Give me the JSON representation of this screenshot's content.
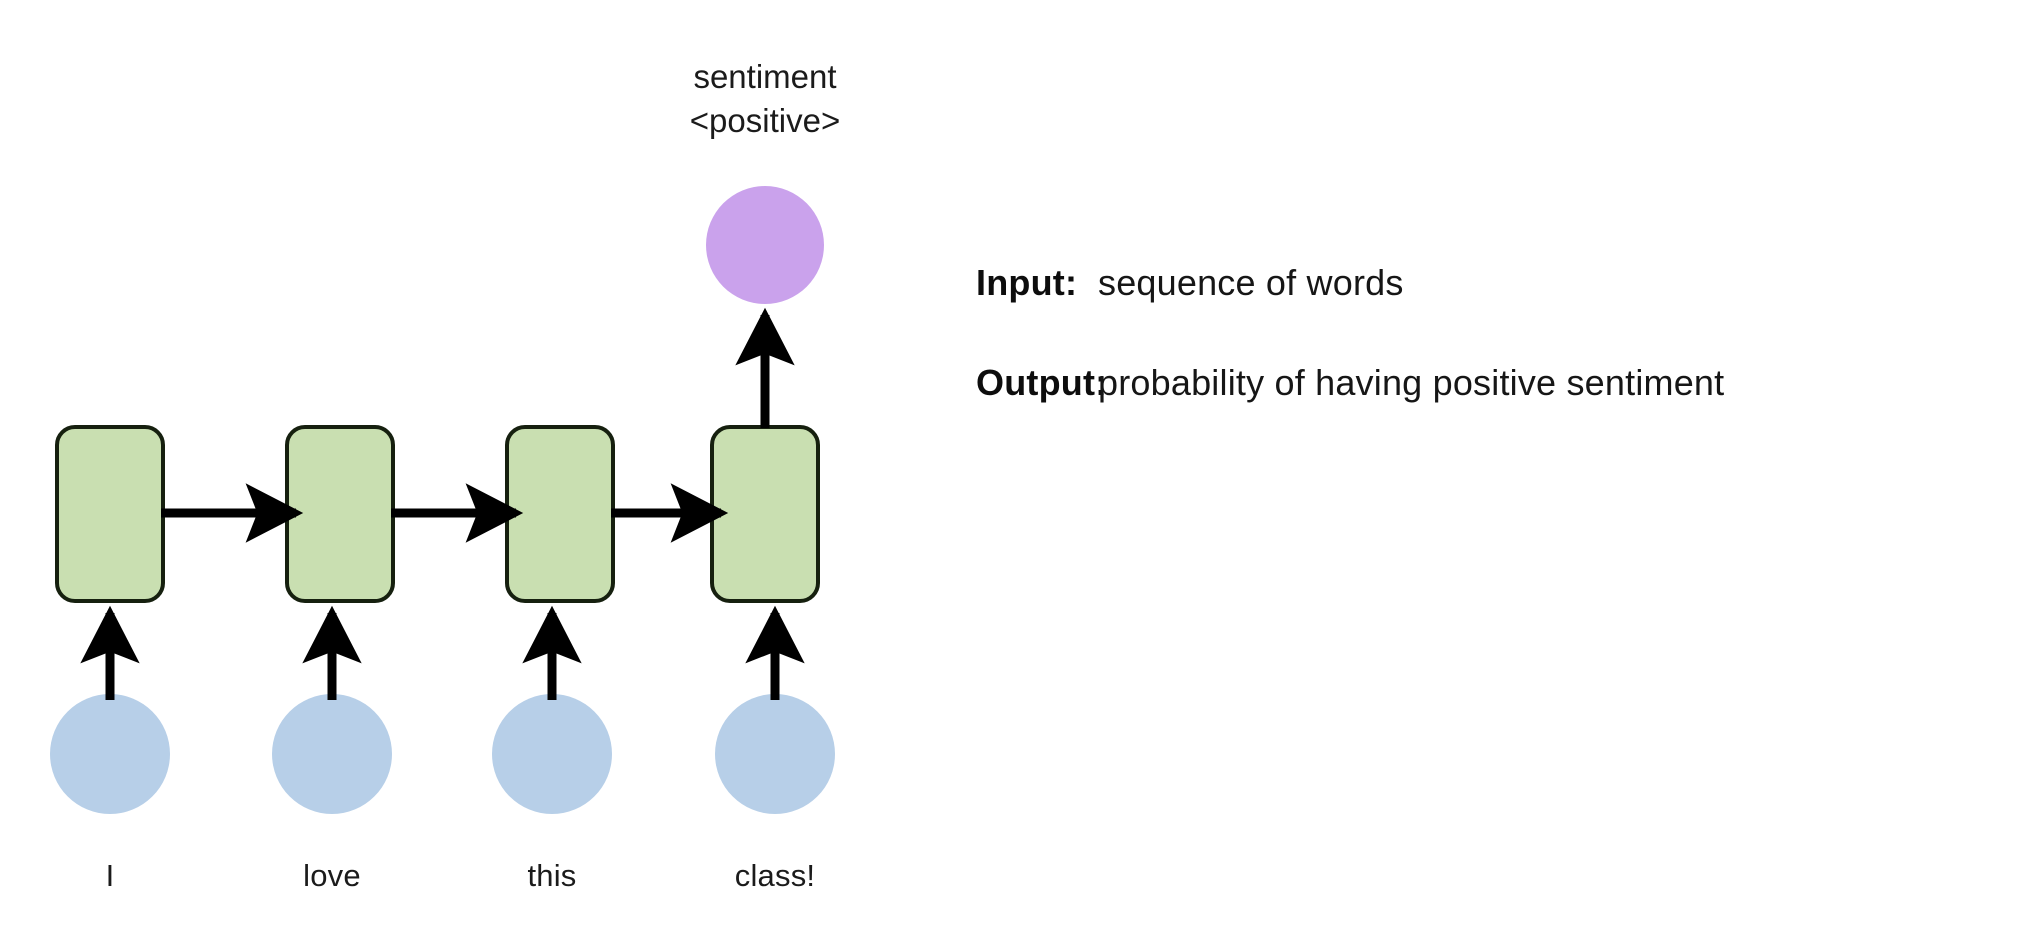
{
  "diagram": {
    "title_absent": true,
    "type": "rnn-many-to-one-sentiment",
    "output_label": {
      "line1": "sentiment",
      "line2": "<positive>"
    },
    "colors": {
      "rnn_cell_fill": "#c9dfb1",
      "rnn_cell_stroke": "#16200f",
      "input_node_fill": "#b7cfe8",
      "output_node_fill": "#caa2ec",
      "arrow": "#000000",
      "background": "#ffffff"
    },
    "timesteps": [
      {
        "word": "I"
      },
      {
        "word": "love"
      },
      {
        "word": "this"
      },
      {
        "word": "class!"
      }
    ]
  },
  "spec": {
    "rows": [
      {
        "key": "Input:",
        "value": "sequence of words"
      },
      {
        "key": "Output:",
        "value": "probability of having positive sentiment"
      }
    ]
  }
}
